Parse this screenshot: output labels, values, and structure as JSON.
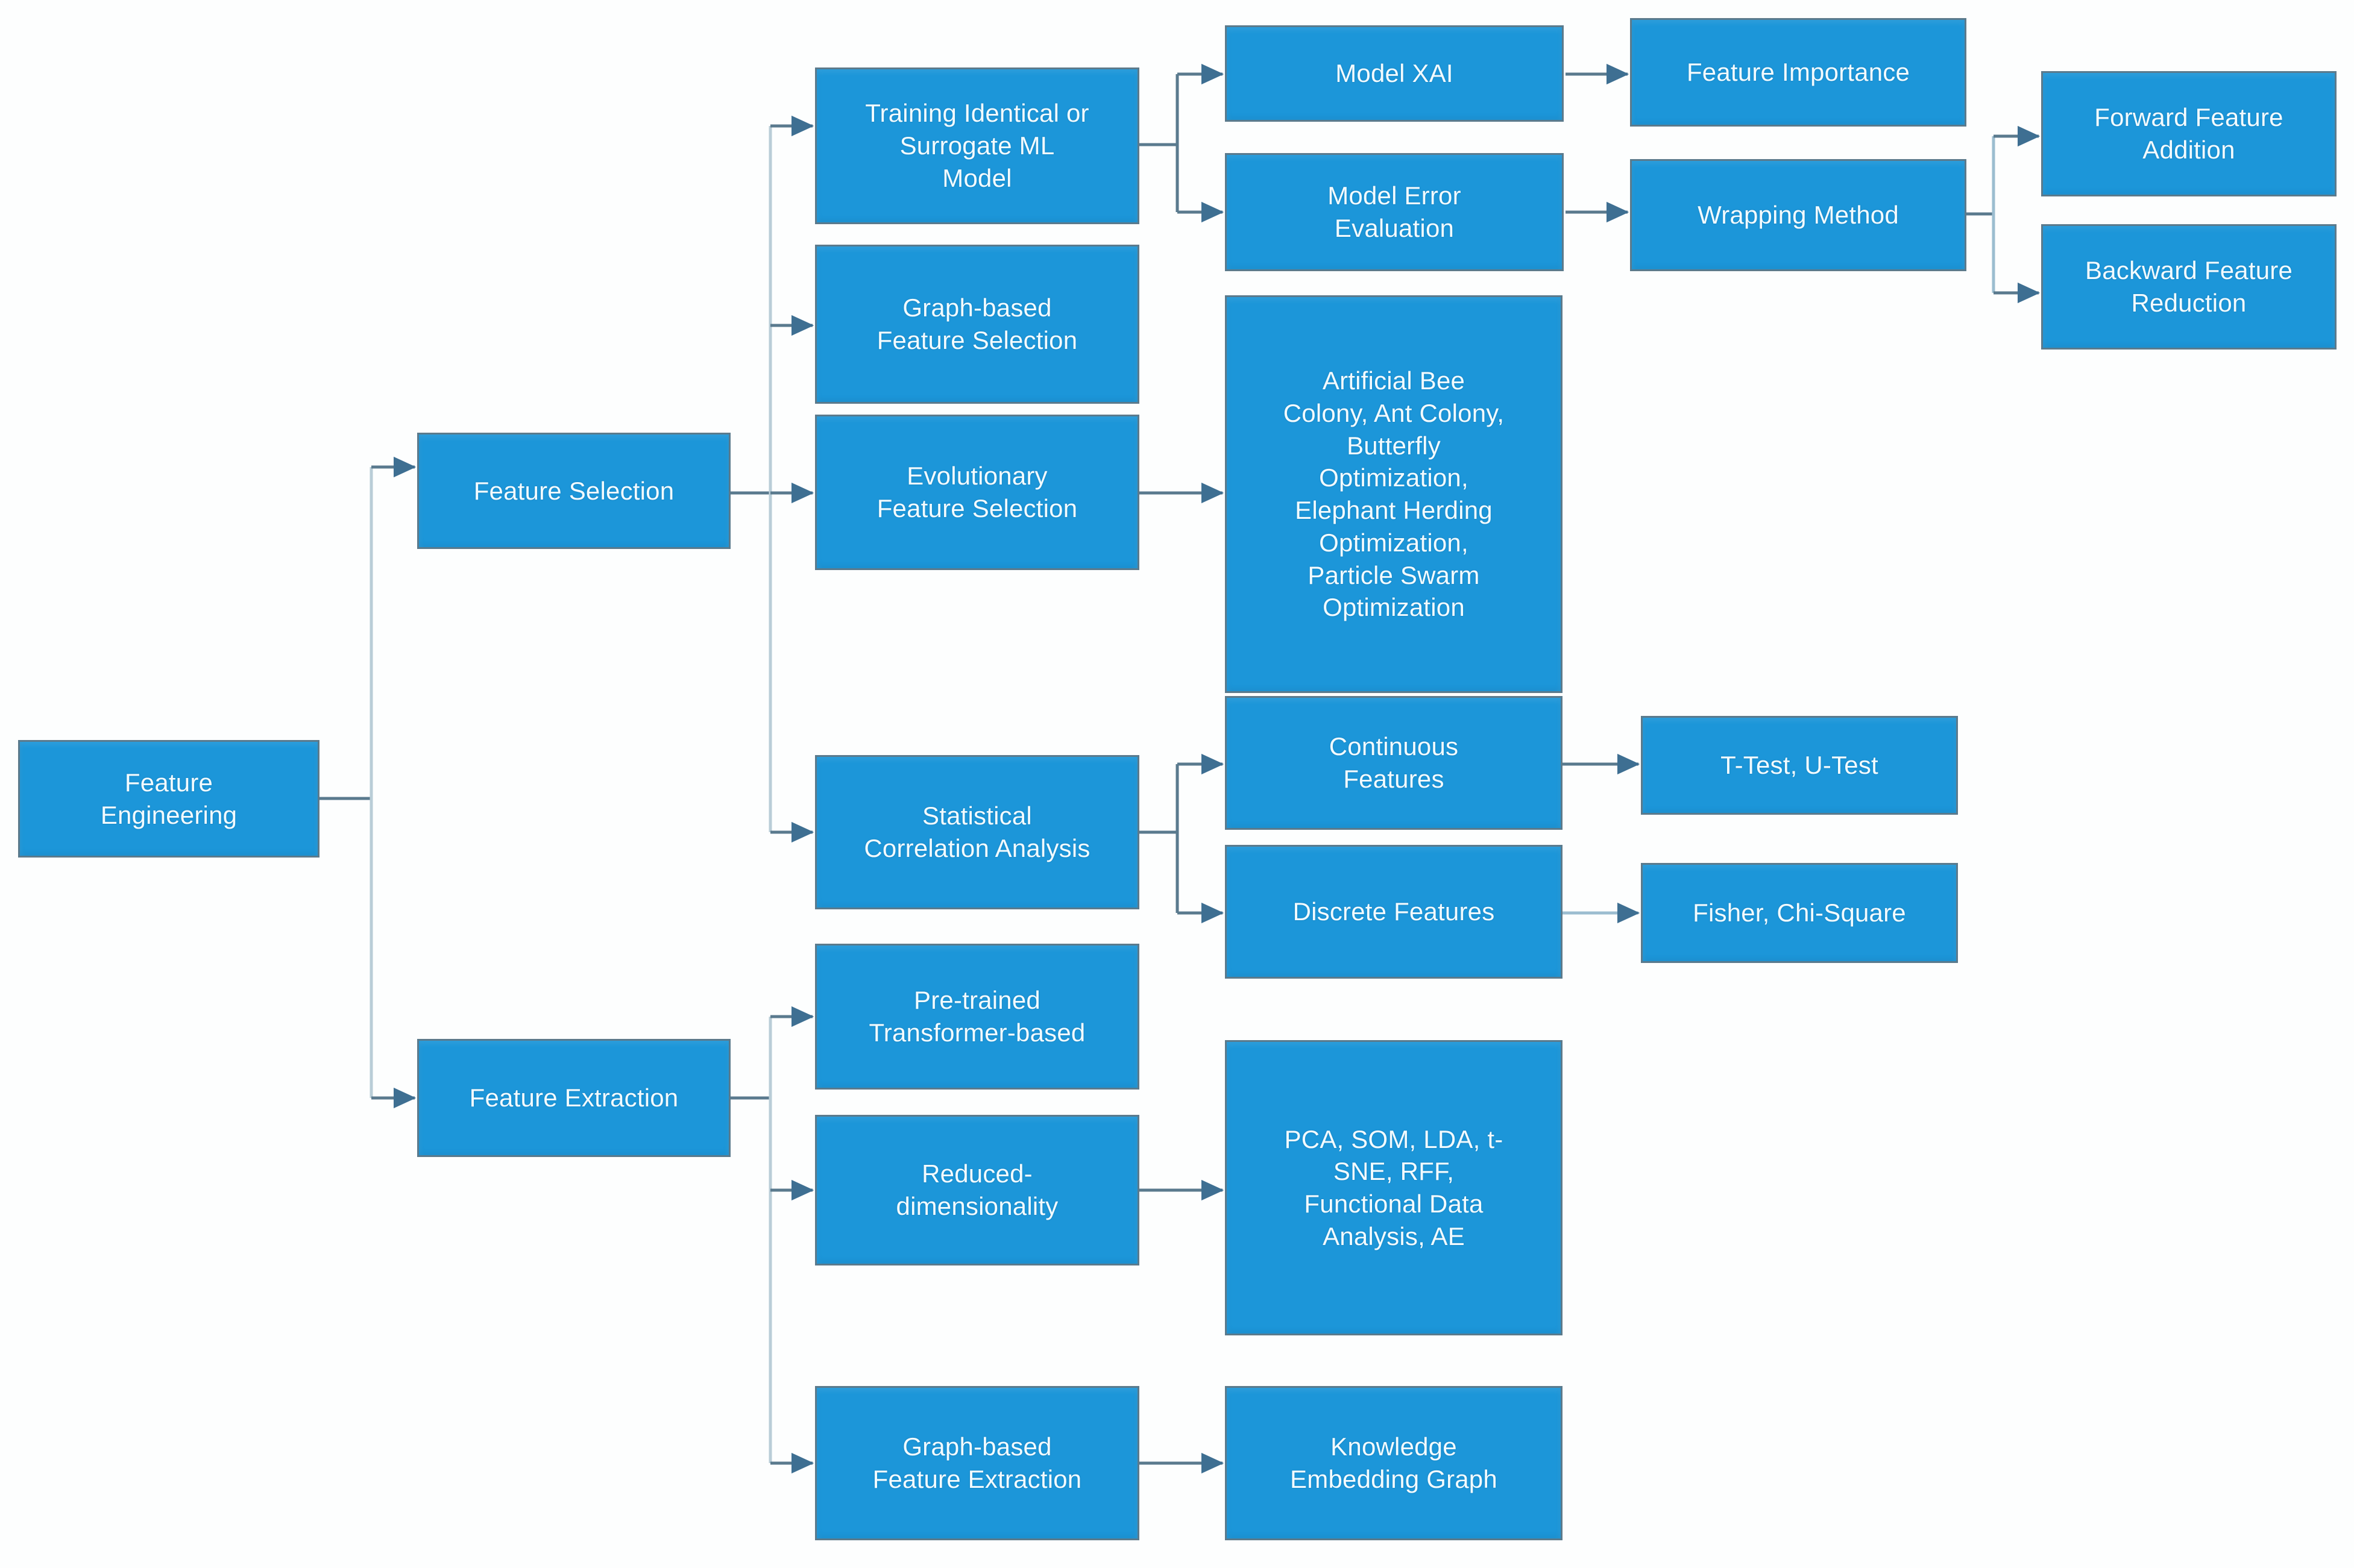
{
  "diagram": {
    "title": "Feature Engineering",
    "node_fill": "#1c96d9",
    "node_border": "#5b7a8c",
    "node_text": "#f2fbff",
    "edge_color": "#5a7a8e",
    "background": "#fdfefe"
  },
  "nodes": {
    "root": "Feature\nEngineering",
    "feature_selection": "Feature Selection",
    "feature_extraction": "Feature Extraction",
    "training_ml_model": "Training Identical or\nSurrogate ML\nModel",
    "graph_based_feature_selection": "Graph-based\nFeature Selection",
    "evolutionary_feature_selection": "Evolutionary\nFeature Selection",
    "statistical_correlation_analysis": "Statistical\nCorrelation Analysis",
    "model_xai": "Model XAI",
    "model_error_evaluation": "Model Error\nEvaluation",
    "evolutionary_algorithms": "Artificial Bee\nColony, Ant Colony,\nButterfly\nOptimization,\nElephant Herding\nOptimization,\nParticle Swarm\nOptimization",
    "continuous_features": "Continuous\nFeatures",
    "discrete_features": "Discrete Features",
    "feature_importance": "Feature Importance",
    "wrapping_method": "Wrapping Method",
    "t_test_u_test": "T-Test, U-Test",
    "fisher_chi_square": "Fisher, Chi-Square",
    "forward_feature_addition": "Forward Feature\nAddition",
    "backward_feature_reduction": "Backward Feature\nReduction",
    "pre_trained_transformer": "Pre-trained\nTransformer-based",
    "reduced_dimensionality": "Reduced-\ndimensionality",
    "dimensionality_methods": "PCA, SOM, LDA, t-\nSNE, RFF,\nFunctional Data\nAnalysis, AE",
    "graph_based_feature_extraction": "Graph-based\nFeature Extraction",
    "knowledge_embedding_graph": "Knowledge\nEmbedding Graph"
  },
  "edges": [
    {
      "from": "root",
      "to": "feature_selection"
    },
    {
      "from": "root",
      "to": "feature_extraction"
    },
    {
      "from": "feature_selection",
      "to": "training_ml_model"
    },
    {
      "from": "feature_selection",
      "to": "graph_based_feature_selection"
    },
    {
      "from": "feature_selection",
      "to": "evolutionary_feature_selection"
    },
    {
      "from": "feature_selection",
      "to": "statistical_correlation_analysis"
    },
    {
      "from": "training_ml_model",
      "to": "model_xai"
    },
    {
      "from": "training_ml_model",
      "to": "model_error_evaluation"
    },
    {
      "from": "model_xai",
      "to": "feature_importance"
    },
    {
      "from": "model_error_evaluation",
      "to": "wrapping_method"
    },
    {
      "from": "wrapping_method",
      "to": "forward_feature_addition"
    },
    {
      "from": "wrapping_method",
      "to": "backward_feature_reduction"
    },
    {
      "from": "evolutionary_feature_selection",
      "to": "evolutionary_algorithms"
    },
    {
      "from": "statistical_correlation_analysis",
      "to": "continuous_features"
    },
    {
      "from": "statistical_correlation_analysis",
      "to": "discrete_features"
    },
    {
      "from": "continuous_features",
      "to": "t_test_u_test"
    },
    {
      "from": "discrete_features",
      "to": "fisher_chi_square"
    },
    {
      "from": "feature_extraction",
      "to": "pre_trained_transformer"
    },
    {
      "from": "feature_extraction",
      "to": "reduced_dimensionality"
    },
    {
      "from": "feature_extraction",
      "to": "graph_based_feature_extraction"
    },
    {
      "from": "reduced_dimensionality",
      "to": "dimensionality_methods"
    },
    {
      "from": "graph_based_feature_extraction",
      "to": "knowledge_embedding_graph"
    }
  ]
}
